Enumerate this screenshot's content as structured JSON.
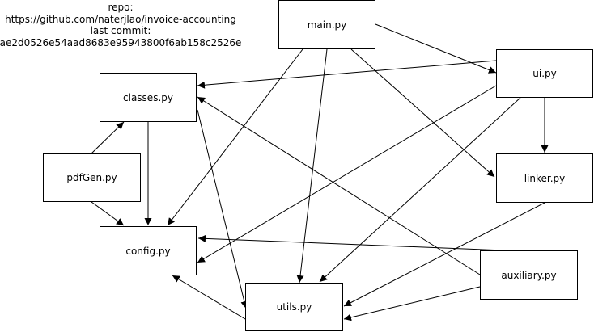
{
  "repo_info": {
    "line1": "repo:",
    "line2": "https://github.com/naterjlao/invoice-accounting",
    "line3": "last commit:",
    "line4": "ae2d0526e54aad8683e95943800f6ab158c2526e"
  },
  "nodes": {
    "main": "main.py",
    "ui": "ui.py",
    "classes": "classes.py",
    "pdfgen": "pdfGen.py",
    "linker": "linker.py",
    "config": "config.py",
    "auxiliary": "auxiliary.py",
    "utils": "utils.py"
  },
  "edges": [
    {
      "from": "main",
      "to": "ui"
    },
    {
      "from": "main",
      "to": "linker"
    },
    {
      "from": "main",
      "to": "utils"
    },
    {
      "from": "main",
      "to": "config"
    },
    {
      "from": "ui",
      "to": "classes"
    },
    {
      "from": "ui",
      "to": "linker"
    },
    {
      "from": "ui",
      "to": "config"
    },
    {
      "from": "ui",
      "to": "utils"
    },
    {
      "from": "pdfgen",
      "to": "classes"
    },
    {
      "from": "pdfgen",
      "to": "config"
    },
    {
      "from": "classes",
      "to": "config"
    },
    {
      "from": "classes",
      "to": "utils"
    },
    {
      "from": "linker",
      "to": "utils"
    },
    {
      "from": "auxiliary",
      "to": "config"
    },
    {
      "from": "auxiliary",
      "to": "classes"
    },
    {
      "from": "auxiliary",
      "to": "utils"
    },
    {
      "from": "utils",
      "to": "config"
    }
  ]
}
